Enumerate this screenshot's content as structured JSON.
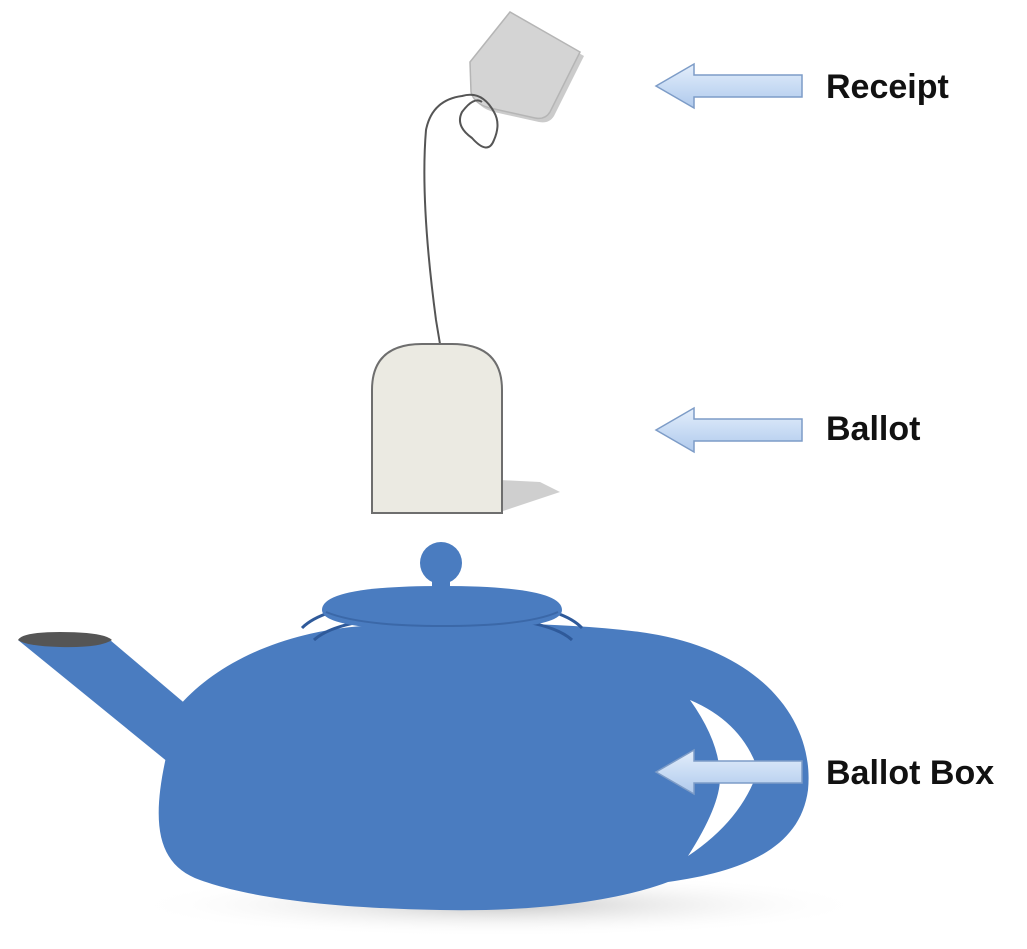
{
  "labels": {
    "receipt": "Receipt",
    "ballot": "Ballot",
    "ballot_box": "Ballot Box"
  },
  "colors": {
    "teapot_fill": "#4a7cc0",
    "teapot_dark": "#2f5a9a",
    "tag_fill": "#d4d4d4",
    "bag_fill": "#ebeae2",
    "bag_stroke": "#6e6e6e",
    "arrow_fill": "#c9dcf4",
    "arrow_stroke": "#7d9cc7",
    "shadow": "#d9d9d9",
    "spout_tip": "#555555"
  },
  "icons": {
    "receipt": "tea-bag-tag-icon",
    "ballot": "tea-bag-icon",
    "ballot_box": "teapot-icon"
  }
}
